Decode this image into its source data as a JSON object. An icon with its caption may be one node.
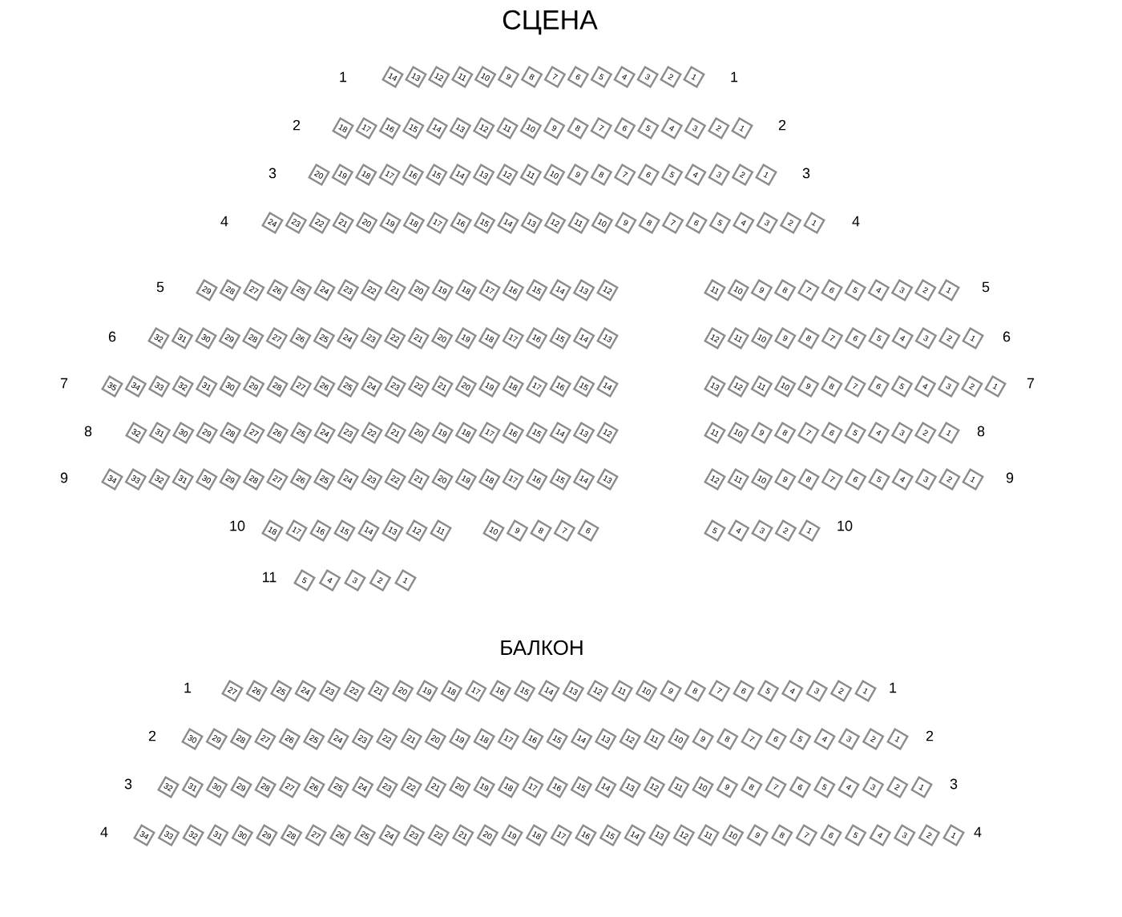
{
  "diagram": {
    "nodes": [
      {
        "text": [
          "14"
        ]
      },
      {
        "text": [
          "13"
        ]
      },
      {
        "text": [
          "12"
        ]
      },
      {
        "text": [
          "11"
        ]
      },
      {
        "text": [
          "10"
        ]
      },
      {
        "text": [
          "9"
        ]
      },
      {
        "text": [
          "8"
        ]
      },
      {
        "text": [
          "7"
        ]
      },
      {
        "text": [
          "6"
        ]
      },
      {
        "text": [
          "5"
        ]
      },
      {
        "text": [
          "4"
        ]
      },
      {
        "text": [
          "3"
        ]
      },
      {
        "text": [
          "2"
        ]
      },
      {
        "text": [
          "1"
        ]
      },
      {
        "text": [
          "18"
        ]
      },
      {
        "text": [
          "17"
        ]
      },
      {
        "text": [
          "16"
        ]
      },
      {
        "text": [
          "15"
        ]
      },
      {
        "text": [
          "14"
        ]
      },
      {
        "text": [
          "13"
        ]
      },
      {
        "text": [
          "12"
        ]
      },
      {
        "text": [
          "11"
        ]
      },
      {
        "text": [
          "10"
        ]
      },
      {
        "text": [
          "9"
        ]
      },
      {
        "text": [
          "8"
        ]
      },
      {
        "text": [
          "7"
        ]
      },
      {
        "text": [
          "6"
        ]
      },
      {
        "text": [
          "5"
        ]
      },
      {
        "text": [
          "4"
        ]
      },
      {
        "text": [
          "3"
        ]
      },
      {
        "text": [
          "2"
        ]
      },
      {
        "text": [
          "1"
        ]
      },
      {
        "text": [
          "20"
        ]
      },
      {
        "text": [
          "19"
        ]
      },
      {
        "text": [
          "18"
        ]
      },
      {
        "text": [
          "17"
        ]
      },
      {
        "text": [
          "16"
        ]
      },
      {
        "text": [
          "15"
        ]
      },
      {
        "text": [
          "14"
        ]
      },
      {
        "text": [
          "13"
        ]
      },
      {
        "text": [
          "12"
        ]
      },
      {
        "text": [
          "11"
        ]
      },
      {
        "text": [
          "10"
        ]
      },
      {
        "text": [
          "9"
        ]
      },
      {
        "text": [
          "8"
        ]
      },
      {
        "text": [
          "7"
        ]
      },
      {
        "text": [
          "6"
        ]
      },
      {
        "text": [
          "5"
        ]
      },
      {
        "text": [
          "4"
        ]
      },
      {
        "text": [
          "3"
        ]
      },
      {
        "text": [
          "2"
        ]
      },
      {
        "text": [
          "1"
        ]
      },
      {
        "text": [
          "24"
        ]
      },
      {
        "text": [
          "23"
        ]
      },
      {
        "text": [
          "22"
        ]
      },
      {
        "text": [
          "21"
        ]
      },
      {
        "text": [
          "20"
        ]
      },
      {
        "text": [
          "19"
        ]
      },
      {
        "text": [
          "18"
        ]
      },
      {
        "text": [
          "17"
        ]
      },
      {
        "text": [
          "16"
        ]
      },
      {
        "text": [
          "15"
        ]
      },
      {
        "text": [
          "14"
        ]
      },
      {
        "text": [
          "13"
        ]
      },
      {
        "text": [
          "12"
        ]
      },
      {
        "text": [
          "11"
        ]
      },
      {
        "text": [
          "10"
        ]
      },
      {
        "text": [
          "9"
        ]
      },
      {
        "text": [
          "8"
        ]
      },
      {
        "text": [
          "7"
        ]
      },
      {
        "text": [
          "6"
        ]
      },
      {
        "text": [
          "5"
        ]
      },
      {
        "text": [
          "4"
        ]
      },
      {
        "text": [
          "3"
        ]
      },
      {
        "text": [
          "2"
        ]
      },
      {
        "text": [
          "1"
        ]
      },
      {
        "text": [
          "29"
        ]
      },
      {
        "text": [
          "28"
        ]
      },
      {
        "text": [
          "27"
        ]
      },
      {
        "text": [
          "26"
        ]
      },
      {
        "text": [
          "25"
        ]
      },
      {
        "text": [
          "24"
        ]
      },
      {
        "text": [
          "23"
        ]
      },
      {
        "text": [
          "22"
        ]
      },
      {
        "text": [
          "21"
        ]
      },
      {
        "text": [
          "20"
        ]
      },
      {
        "text": [
          "19"
        ]
      },
      {
        "text": [
          "18"
        ]
      },
      {
        "text": [
          "17"
        ]
      },
      {
        "text": [
          "16"
        ]
      },
      {
        "text": [
          "15"
        ]
      },
      {
        "text": [
          "14"
        ]
      },
      {
        "text": [
          "13"
        ]
      },
      {
        "text": [
          "12"
        ]
      },
      {
        "text": [
          "11"
        ]
      },
      {
        "text": [
          "10"
        ]
      },
      {
        "text": [
          "9"
        ]
      },
      {
        "text": [
          "8"
        ]
      },
      {
        "text": [
          "7"
        ]
      },
      {
        "text": [
          "6"
        ]
      },
      {
        "text": [
          "5"
        ]
      },
      {
        "text": [
          "4"
        ]
      },
      {
        "text": [
          "3"
        ]
      },
      {
        "text": [
          "2"
        ]
      },
      {
        "text": [
          "1"
        ]
      },
      {
        "text": [
          "32"
        ]
      },
      {
        "text": [
          "31"
        ]
      },
      {
        "text": [
          "30"
        ]
      },
      {
        "text": [
          "29"
        ]
      },
      {
        "text": [
          "28"
        ]
      },
      {
        "text": [
          "27"
        ]
      },
      {
        "text": [
          "26"
        ]
      },
      {
        "text": [
          "25"
        ]
      },
      {
        "text": [
          "24"
        ]
      },
      {
        "text": [
          "23"
        ]
      },
      {
        "text": [
          "22"
        ]
      },
      {
        "text": [
          "21"
        ]
      },
      {
        "text": [
          "20"
        ]
      },
      {
        "text": [
          "19"
        ]
      },
      {
        "text": [
          "18"
        ]
      },
      {
        "text": [
          "17"
        ]
      },
      {
        "text": [
          "16"
        ]
      },
      {
        "text": [
          "15"
        ]
      },
      {
        "text": [
          "14"
        ]
      },
      {
        "text": [
          "13"
        ]
      },
      {
        "text": [
          "12"
        ]
      },
      {
        "text": [
          "11"
        ]
      },
      {
        "text": [
          "10"
        ]
      },
      {
        "text": [
          "9"
        ]
      },
      {
        "text": [
          "8"
        ]
      },
      {
        "text": [
          "7"
        ]
      },
      {
        "text": [
          "6"
        ]
      },
      {
        "text": [
          "5"
        ]
      },
      {
        "text": [
          "4"
        ]
      },
      {
        "text": [
          "3"
        ]
      },
      {
        "text": [
          "2"
        ]
      },
      {
        "text": [
          "1"
        ]
      },
      {
        "text": [
          "35"
        ]
      },
      {
        "text": [
          "34"
        ]
      },
      {
        "text": [
          "33"
        ]
      },
      {
        "text": [
          "32"
        ]
      },
      {
        "text": [
          "31"
        ]
      },
      {
        "text": [
          "30"
        ]
      },
      {
        "text": [
          "29"
        ]
      },
      {
        "text": [
          "28"
        ]
      },
      {
        "text": [
          "27"
        ]
      },
      {
        "text": [
          "26"
        ]
      },
      {
        "text": [
          "25"
        ]
      },
      {
        "text": [
          "24"
        ]
      },
      {
        "text": [
          "23"
        ]
      },
      {
        "text": [
          "22"
        ]
      },
      {
        "text": [
          "21"
        ]
      },
      {
        "text": [
          "20"
        ]
      },
      {
        "text": [
          "19"
        ]
      },
      {
        "text": [
          "18"
        ]
      },
      {
        "text": [
          "17"
        ]
      },
      {
        "text": [
          "16"
        ]
      },
      {
        "text": [
          "15"
        ]
      },
      {
        "text": [
          "14"
        ]
      },
      {
        "text": [
          "13"
        ]
      },
      {
        "text": [
          "12"
        ]
      },
      {
        "text": [
          "11"
        ]
      },
      {
        "text": [
          "10"
        ]
      },
      {
        "text": [
          "9"
        ]
      },
      {
        "text": [
          "8"
        ]
      },
      {
        "text": [
          "7"
        ]
      },
      {
        "text": [
          "6"
        ]
      },
      {
        "text": [
          "5"
        ]
      },
      {
        "text": [
          "4"
        ]
      },
      {
        "text": [
          "3"
        ]
      },
      {
        "text": [
          "2"
        ]
      },
      {
        "text": [
          "1"
        ]
      },
      {
        "text": [
          "32"
        ]
      },
      {
        "text": [
          "31"
        ]
      },
      {
        "text": [
          "30"
        ]
      },
      {
        "text": [
          "29"
        ]
      },
      {
        "text": [
          "28"
        ]
      },
      {
        "text": [
          "27"
        ]
      },
      {
        "text": [
          "26"
        ]
      },
      {
        "text": [
          "25"
        ]
      },
      {
        "text": [
          "24"
        ]
      },
      {
        "text": [
          "23"
        ]
      },
      {
        "text": [
          "22"
        ]
      },
      {
        "text": [
          "21"
        ]
      },
      {
        "text": [
          "20"
        ]
      },
      {
        "text": [
          "19"
        ]
      },
      {
        "text": [
          "18"
        ]
      },
      {
        "text": [
          "17"
        ]
      },
      {
        "text": [
          "16"
        ]
      },
      {
        "text": [
          "15"
        ]
      },
      {
        "text": [
          "14"
        ]
      },
      {
        "text": [
          "13"
        ]
      },
      {
        "text": [
          "12"
        ]
      },
      {
        "text": [
          "11"
        ]
      },
      {
        "text": [
          "10"
        ]
      },
      {
        "text": [
          "9"
        ]
      },
      {
        "text": [
          "8"
        ]
      },
      {
        "text": [
          "7"
        ]
      },
      {
        "text": [
          "6"
        ]
      },
      {
        "text": [
          "5"
        ]
      },
      {
        "text": [
          "4"
        ]
      },
      {
        "text": [
          "3"
        ]
      },
      {
        "text": [
          "2"
        ]
      },
      {
        "text": [
          "1"
        ]
      },
      {
        "text": [
          "34"
        ]
      },
      {
        "text": [
          "33"
        ]
      },
      {
        "text": [
          "32"
        ]
      },
      {
        "text": [
          "31"
        ]
      },
      {
        "text": [
          "30"
        ]
      },
      {
        "text": [
          "29"
        ]
      },
      {
        "text": [
          "28"
        ]
      },
      {
        "text": [
          "27"
        ]
      },
      {
        "text": [
          "26"
        ]
      },
      {
        "text": [
          "25"
        ]
      },
      {
        "text": [
          "24"
        ]
      },
      {
        "text": [
          "23"
        ]
      },
      {
        "text": [
          "22"
        ]
      },
      {
        "text": [
          "21"
        ]
      },
      {
        "text": [
          "20"
        ]
      },
      {
        "text": [
          "19"
        ]
      },
      {
        "text": [
          "18"
        ]
      },
      {
        "text": [
          "17"
        ]
      },
      {
        "text": [
          "16"
        ]
      },
      {
        "text": [
          "15"
        ]
      },
      {
        "text": [
          "14"
        ]
      },
      {
        "text": [
          "13"
        ]
      },
      {
        "text": [
          "12"
        ]
      },
      {
        "text": [
          "11"
        ]
      },
      {
        "text": [
          "10"
        ]
      },
      {
        "text": [
          "9"
        ]
      },
      {
        "text": [
          "8"
        ]
      },
      {
        "text": [
          "7"
        ]
      },
      {
        "text": [
          "6"
        ]
      },
      {
        "text": [
          "5"
        ]
      },
      {
        "text": [
          "4"
        ]
      },
      {
        "text": [
          "3"
        ]
      },
      {
        "text": [
          "2"
        ]
      },
      {
        "text": [
          "1"
        ]
      },
      {
        "text": [
          "18"
        ]
      },
      {
        "text": [
          "17"
        ]
      },
      {
        "text": [
          "16"
        ]
      },
      {
        "text": [
          "15"
        ]
      },
      {
        "text": [
          "14"
        ]
      },
      {
        "text": [
          "13"
        ]
      },
      {
        "text": [
          "12"
        ]
      },
      {
        "text": [
          "11"
        ]
      },
      {
        "text": [
          "10"
        ]
      },
      {
        "text": [
          "9"
        ]
      },
      {
        "text": [
          "8"
        ]
      },
      {
        "text": [
          "7"
        ]
      },
      {
        "text": [
          "6"
        ]
      },
      {
        "text": [
          "5"
        ]
      },
      {
        "text": [
          "4"
        ]
      },
      {
        "text": [
          "3"
        ]
      },
      {
        "text": [
          "2"
        ]
      },
      {
        "text": [
          "1"
        ]
      },
      {
        "text": [
          "5"
        ]
      },
      {
        "text": [
          "4"
        ]
      },
      {
        "text": [
          "3"
        ]
      },
      {
        "text": [
          "2"
        ]
      },
      {
        "text": [
          "1"
        ]
      },
      {
        "text": [
          "27"
        ]
      },
      {
        "text": [
          "26"
        ]
      },
      {
        "text": [
          "25"
        ]
      },
      {
        "text": [
          "24"
        ]
      },
      {
        "text": [
          "23"
        ]
      },
      {
        "text": [
          "22"
        ]
      },
      {
        "text": [
          "21"
        ]
      },
      {
        "text": [
          "20"
        ]
      },
      {
        "text": [
          "19"
        ]
      },
      {
        "text": [
          "18"
        ]
      },
      {
        "text": [
          "17"
        ]
      },
      {
        "text": [
          "16"
        ]
      },
      {
        "text": [
          "15"
        ]
      },
      {
        "text": [
          "14"
        ]
      },
      {
        "text": [
          "13"
        ]
      },
      {
        "text": [
          "12"
        ]
      },
      {
        "text": [
          "11"
        ]
      },
      {
        "text": [
          "10"
        ]
      },
      {
        "text": [
          "9"
        ]
      },
      {
        "text": [
          "8"
        ]
      },
      {
        "text": [
          "7"
        ]
      },
      {
        "text": [
          "6"
        ]
      },
      {
        "text": [
          "5"
        ]
      },
      {
        "text": [
          "4"
        ]
      },
      {
        "text": [
          "3"
        ]
      },
      {
        "text": [
          "2"
        ]
      },
      {
        "text": [
          "1"
        ]
      },
      {
        "text": [
          "30"
        ]
      },
      {
        "text": [
          "29"
        ]
      },
      {
        "text": [
          "28"
        ]
      },
      {
        "text": [
          "27"
        ]
      },
      {
        "text": [
          "26"
        ]
      },
      {
        "text": [
          "25"
        ]
      },
      {
        "text": [
          "24"
        ]
      },
      {
        "text": [
          "23"
        ]
      },
      {
        "text": [
          "22"
        ]
      },
      {
        "text": [
          "21"
        ]
      },
      {
        "text": [
          "20"
        ]
      },
      {
        "text": [
          "19"
        ]
      },
      {
        "text": [
          "18"
        ]
      },
      {
        "text": [
          "17"
        ]
      },
      {
        "text": [
          "16"
        ]
      },
      {
        "text": [
          "15"
        ]
      },
      {
        "text": [
          "14"
        ]
      },
      {
        "text": [
          "13"
        ]
      },
      {
        "text": [
          "12"
        ]
      },
      {
        "text": [
          "11"
        ]
      },
      {
        "text": [
          "10"
        ]
      },
      {
        "text": [
          "9"
        ]
      },
      {
        "text": [
          "8"
        ]
      },
      {
        "text": [
          "7"
        ]
      },
      {
        "text": [
          "6"
        ]
      },
      {
        "text": [
          "5"
        ]
      },
      {
        "text": [
          "4"
        ]
      },
      {
        "text": [
          "3"
        ]
      },
      {
        "text": [
          "2"
        ]
      },
      {
        "text": [
          "1"
        ]
      },
      {
        "text": [
          "32"
        ]
      },
      {
        "text": [
          "31"
        ]
      },
      {
        "text": [
          "30"
        ]
      },
      {
        "text": [
          "29"
        ]
      },
      {
        "text": [
          "28"
        ]
      },
      {
        "text": [
          "27"
        ]
      },
      {
        "text": [
          "26"
        ]
      },
      {
        "text": [
          "25"
        ]
      },
      {
        "text": [
          "24"
        ]
      },
      {
        "text": [
          "23"
        ]
      },
      {
        "text": [
          "22"
        ]
      },
      {
        "text": [
          "21"
        ]
      },
      {
        "text": [
          "20"
        ]
      },
      {
        "text": [
          "19"
        ]
      },
      {
        "text": [
          "18"
        ]
      },
      {
        "text": [
          "17"
        ]
      },
      {
        "text": [
          "16"
        ]
      },
      {
        "text": [
          "15"
        ]
      },
      {
        "text": [
          "14"
        ]
      },
      {
        "text": [
          "13"
        ]
      },
      {
        "text": [
          "12"
        ]
      },
      {
        "text": [
          "11"
        ]
      },
      {
        "text": [
          "10"
        ]
      },
      {
        "text": [
          "9"
        ]
      },
      {
        "text": [
          "8"
        ]
      },
      {
        "text": [
          "7"
        ]
      },
      {
        "text": [
          "6"
        ]
      },
      {
        "text": [
          "5"
        ]
      },
      {
        "text": [
          "4"
        ]
      },
      {
        "text": [
          "3"
        ]
      },
      {
        "text": [
          "2"
        ]
      },
      {
        "text": [
          "1"
        ]
      },
      {
        "text": [
          "34"
        ]
      },
      {
        "text": [
          "33"
        ]
      },
      {
        "text": [
          "32"
        ]
      },
      {
        "text": [
          "31"
        ]
      },
      {
        "text": [
          "30"
        ]
      },
      {
        "text": [
          "29"
        ]
      },
      {
        "text": [
          "28"
        ]
      },
      {
        "text": [
          "27"
        ]
      },
      {
        "text": [
          "26"
        ]
      },
      {
        "text": [
          "25"
        ]
      },
      {
        "text": [
          "24"
        ]
      },
      {
        "text": [
          "23"
        ]
      },
      {
        "text": [
          "22"
        ]
      },
      {
        "text": [
          "21"
        ]
      },
      {
        "text": [
          "20"
        ]
      },
      {
        "text": [
          "19"
        ]
      },
      {
        "text": [
          "18"
        ]
      },
      {
        "text": [
          "17"
        ]
      },
      {
        "text": [
          "16"
        ]
      },
      {
        "text": [
          "15"
        ]
      },
      {
        "text": [
          "14"
        ]
      },
      {
        "text": [
          "13"
        ]
      },
      {
        "text": [
          "12"
        ]
      },
      {
        "text": [
          "11"
        ]
      },
      {
        "text": [
          "10"
        ]
      },
      {
        "text": [
          "9"
        ]
      },
      {
        "text": [
          "8"
        ]
      },
      {
        "text": [
          "7"
        ]
      },
      {
        "text": [
          "6"
        ]
      },
      {
        "text": [
          "5"
        ]
      },
      {
        "text": [
          "4"
        ]
      },
      {
        "text": [
          "3"
        ]
      },
      {
        "text": [
          "2"
        ]
      },
      {
        "text": [
          "1"
        ]
      }
    ],
    "labels": [
      "СЦЕНА",
      "1",
      "1",
      "2",
      "2",
      "3",
      "3",
      "4",
      "4",
      "5",
      "5",
      "6",
      "6",
      "7",
      "7",
      "8",
      "8",
      "9",
      "9",
      "10",
      "10",
      "11",
      "БАЛКОН",
      "1",
      "1",
      "2",
      "2",
      "3",
      "3",
      "4",
      "4"
    ]
  }
}
